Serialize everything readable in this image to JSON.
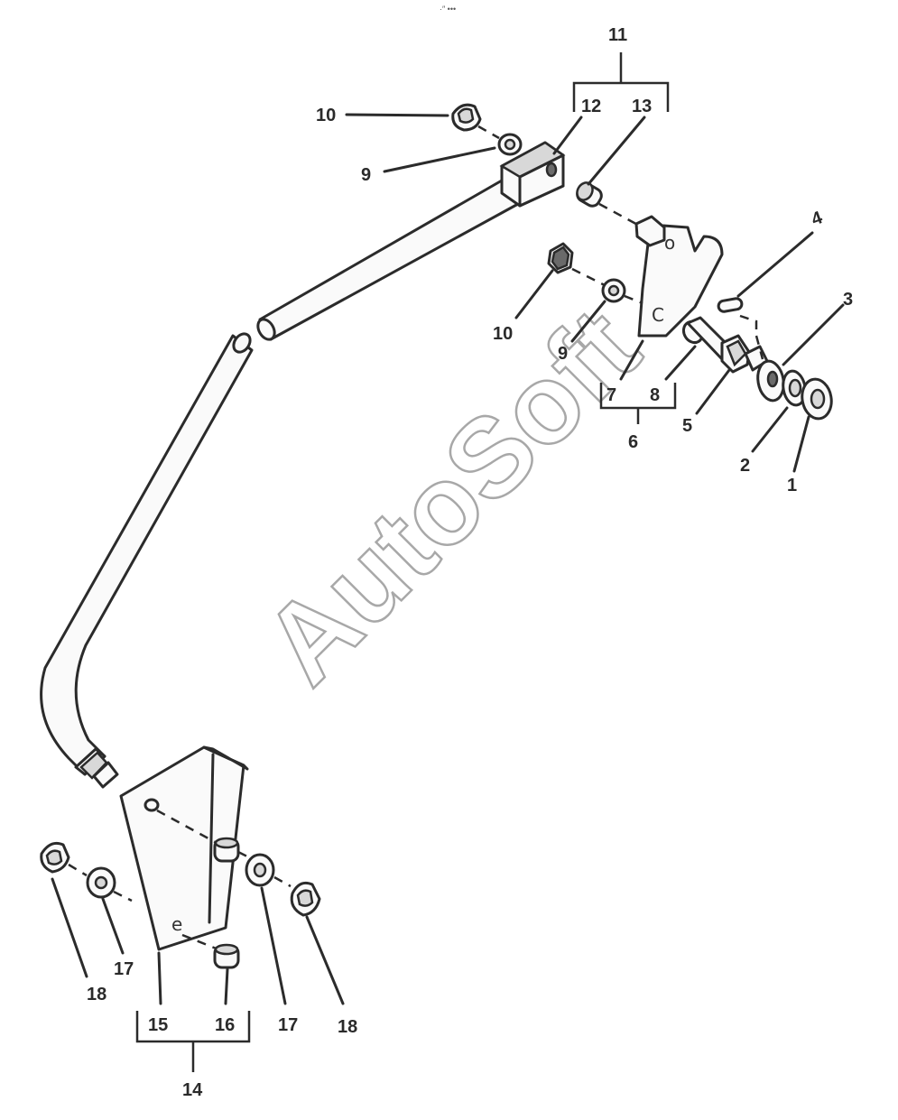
{
  "watermark": "AutoSoft",
  "top_mark": "·″ •••",
  "plate_letters": {
    "upper_hole": "o",
    "lower_hole": "C",
    "lower_plate_hole": "e"
  },
  "callouts": {
    "c1": "1",
    "c2": "2",
    "c3": "3",
    "c4": "4",
    "c5": "5",
    "c6": "6",
    "c7": "7",
    "c8": "8",
    "c9a": "9",
    "c9b": "9",
    "c10a": "10",
    "c10b": "10",
    "c11": "11",
    "c12": "12",
    "c13": "13",
    "c14": "14",
    "c15": "15",
    "c16": "16",
    "c17a": "17",
    "c17b": "17",
    "c18a": "18",
    "c18b": "18"
  }
}
